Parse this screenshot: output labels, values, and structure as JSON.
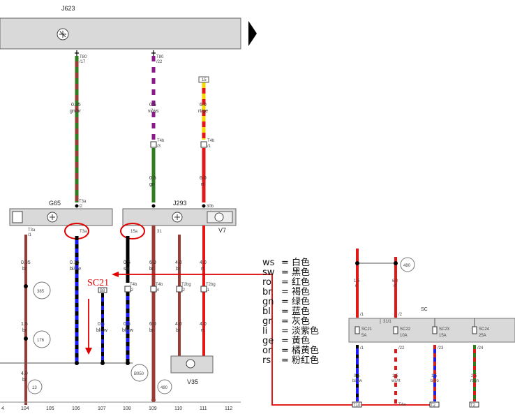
{
  "components": {
    "j623": "J623",
    "g65": "G65",
    "j293": "J293",
    "v7": "V7",
    "v35": "V35",
    "sc": "SC"
  },
  "wire_labels": {
    "w1": {
      "size": "0.35",
      "color": "gn/br"
    },
    "w2": {
      "size": "0.5",
      "color": "vi/ws"
    },
    "w3": {
      "size": "6.0",
      "color": "rt/ge"
    },
    "w4": {
      "size": "0.5",
      "color": "gn"
    },
    "w5": {
      "size": "6.0",
      "color": "rt"
    },
    "w6": {
      "size": "0.35",
      "color": "br"
    },
    "w7": {
      "size": "0.35",
      "color": "bl/sw"
    },
    "w8": {
      "size": "0.5",
      "color": "sw"
    },
    "w9": {
      "size": "6.0",
      "color": "br"
    },
    "w10": {
      "size": "4.0",
      "color": "br"
    },
    "w11": {
      "size": "4.0",
      "color": "rt"
    },
    "w12": {
      "size": "1.5",
      "color": "br"
    },
    "w13": {
      "size": "0.5",
      "color": "bl/sw"
    },
    "w14": {
      "size": "0.5",
      "color": "bl/sw"
    },
    "w15": {
      "size": "6.0",
      "color": "br"
    },
    "w16": {
      "size": "4.0",
      "color": "br"
    },
    "w17": {
      "size": "4.0",
      "color": "rt"
    },
    "w18": {
      "size": "4.0",
      "color": "br"
    },
    "r1": {
      "size": "1.5",
      "color": "rt"
    },
    "r2": {
      "size": "6.0",
      "color": "rt"
    },
    "r3": {
      "size": "0.5",
      "color": "bl/sw"
    },
    "r4": {
      "size": "1.5",
      "color": "ws/rt"
    },
    "r5": {
      "size": "1.5",
      "color": "bl/ro"
    },
    "r6": {
      "size": "2.5",
      "color": "rt/gn"
    }
  },
  "connectors": {
    "t80a": "T80",
    "t80a_pin": "/17",
    "t80b": "T80",
    "t80b_pin": "/22",
    "t4b_a": "T4b",
    "t4b_a_pin": "/3",
    "t4b_b": "T4b",
    "t4b_b_pin": "/1",
    "t3a_a": "T3a",
    "t3a_a_pin": "/2",
    "t3a_b": "T3a",
    "t3a_b_pin": "/1",
    "t3a_c": "T3a",
    "p15a": "15a",
    "p31": "31",
    "p30b": "30b",
    "t4b_c": "T4b",
    "t4b_c_pin": "/2",
    "t4b_d": "T4b",
    "t4b_d_pin": "/4",
    "t2bg_a": "T2bg",
    "t2bg_a_pin": "/2",
    "t2bg_b": "T2bg",
    "t2bg_b_pin": "/1",
    "box_top": "15",
    "box_b": "B8"
  },
  "grounds": {
    "g385": "385",
    "g176": "176",
    "g13": "13",
    "g8050": "B050",
    "g490": "490",
    "g480": "480"
  },
  "fuses": [
    {
      "name": "SC21",
      "rating": "5A"
    },
    {
      "name": "SC22",
      "rating": "10A"
    },
    {
      "name": "SC23",
      "rating": "15A"
    },
    {
      "name": "SC24",
      "rating": "25A"
    }
  ],
  "sc_pins": {
    "p1": "/1",
    "p2": "/2",
    "p3": "31/1",
    "p4": "/22",
    "p5": "/23",
    "p6": "/24"
  },
  "bottom_pins": {
    "b1": "T10",
    "b2": "T4a",
    "b3": "T2",
    "b4": "T2"
  },
  "track_numbers": [
    "4",
    "104",
    "105",
    "106",
    "107",
    "108",
    "109",
    "110",
    "111",
    "112"
  ],
  "annotation": "SC21",
  "legend": [
    {
      "code": "ws",
      "meaning": "白色"
    },
    {
      "code": "sw",
      "meaning": "黑色"
    },
    {
      "code": "ro",
      "meaning": "红色"
    },
    {
      "code": "br",
      "meaning": "褐色"
    },
    {
      "code": "gn",
      "meaning": "绿色"
    },
    {
      "code": "bl",
      "meaning": "蓝色"
    },
    {
      "code": "gr",
      "meaning": "灰色"
    },
    {
      "code": "li",
      "meaning": "淡紫色"
    },
    {
      "code": "ge",
      "meaning": "黄色"
    },
    {
      "code": "or",
      "meaning": "橘黄色"
    },
    {
      "code": "rs",
      "meaning": "粉红色"
    }
  ],
  "colors": {
    "wire_brown": "#9b3b36",
    "wire_green": "#2e7d1e",
    "wire_red": "#e01818",
    "wire_blue": "#1a1aff",
    "wire_violet": "#8a1a8a",
    "wire_yellow": "#f5d800",
    "wire_black": "#000000",
    "annotation_red": "#e00000",
    "component_fill": "#d9d9d9"
  }
}
